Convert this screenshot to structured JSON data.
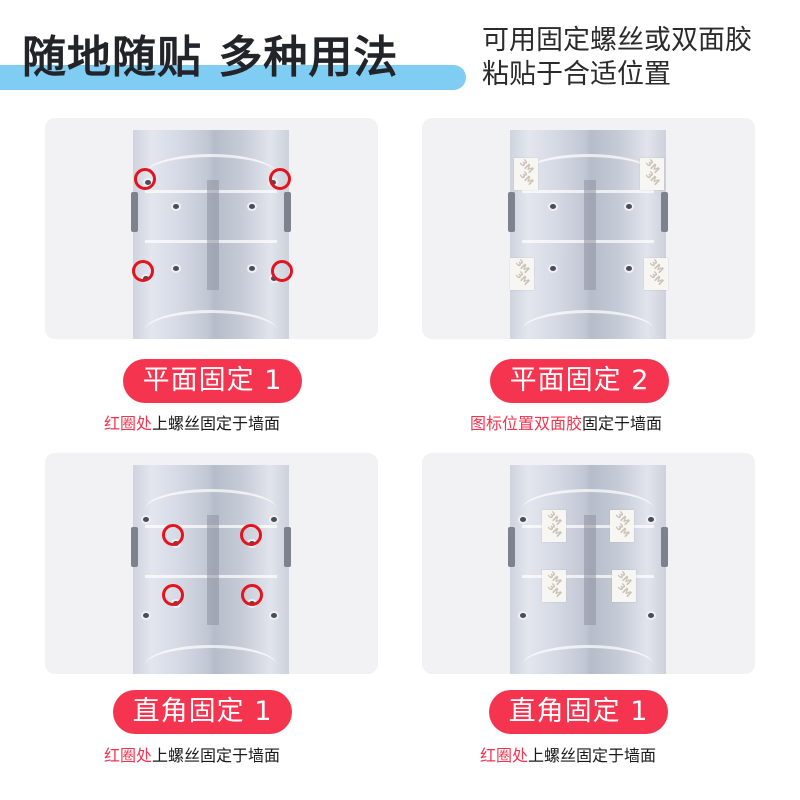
{
  "header": {
    "title": "随地随贴 多种用法",
    "subtitle_lines": [
      "可用固定螺丝或双面胶",
      "粘贴于合适位置"
    ],
    "accent_bar_color": "#7fcdf2"
  },
  "colors": {
    "pill": "#f5344f",
    "highlight_text": "#f5344f",
    "ring": "#e3141e"
  },
  "panels": [
    {
      "label": "平面固定 1",
      "caption_highlight": "红圈处",
      "caption_rest": "上螺丝固定于墙面",
      "marker_type": "red-circle",
      "marker_count": 4
    },
    {
      "label": "平面固定 2",
      "caption_highlight": "图标位置双面胶",
      "caption_rest": "固定于墙面",
      "marker_type": "3M-tape",
      "marker_text": "3M",
      "marker_count": 4
    },
    {
      "label": "直角固定 1",
      "caption_highlight": "红圈处",
      "caption_rest": "上螺丝固定于墙面",
      "marker_type": "red-circle",
      "marker_count": 4
    },
    {
      "label": "直角固定 1",
      "caption_highlight": "红圈处",
      "caption_rest": "上螺丝固定于墙面",
      "marker_type": "3M-tape",
      "marker_text": "3M",
      "marker_count": 4
    }
  ]
}
